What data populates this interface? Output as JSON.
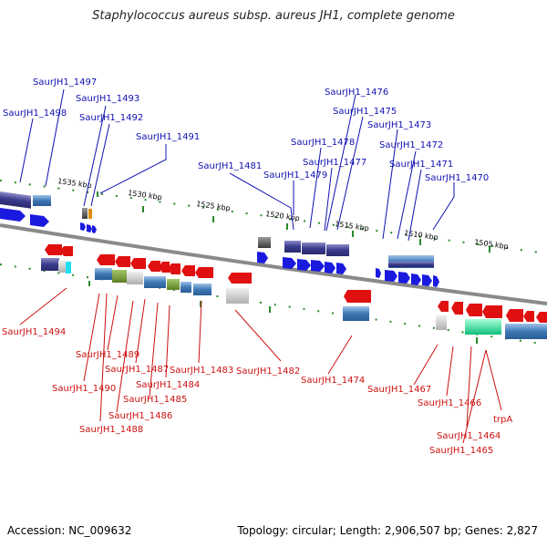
{
  "header": {
    "title": "Staphylococcus aureus subsp. aureus JH1, complete genome"
  },
  "footer": {
    "accession": "Accession: NC_009632",
    "summary": "Topology: circular; Length: 2,906,507 bp; Genes: 2,827"
  },
  "colors": {
    "top_label": "#1010b0",
    "bottom_label": "#cc1010",
    "forward_gene": "#1a1adf",
    "reverse_gene": "#e01010",
    "backbone": "#808080",
    "tick": "#2a8a2a"
  },
  "scale": {
    "ticks": [
      "1535 kbp",
      "1530 kbp",
      "1525 kbp",
      "1520 kbp",
      "1515 kbp",
      "1510 kbp",
      "1505 kbp"
    ]
  },
  "labels": {
    "top": [
      "SaurJH1_1497",
      "SaurJH1_1498",
      "SaurJH1_1493",
      "SaurJH1_1492",
      "SaurJH1_1491",
      "SaurJH1_1481",
      "SaurJH1_1476",
      "SaurJH1_1475",
      "SaurJH1_1478",
      "SaurJH1_1473",
      "SaurJH1_1477",
      "SaurJH1_1472",
      "SaurJH1_1479",
      "SaurJH1_1471",
      "SaurJH1_1470"
    ],
    "bottom": [
      "SaurJH1_1494",
      "SaurJH1_1489",
      "SaurJH1_1487",
      "SaurJH1_1483",
      "SaurJH1_1482",
      "SaurJH1_1484",
      "SaurJH1_1490",
      "SaurJH1_1485",
      "SaurJH1_1486",
      "SaurJH1_1488",
      "SaurJH1_1474",
      "SaurJH1_1467",
      "SaurJH1_1466",
      "trpA",
      "SaurJH1_1464",
      "SaurJH1_1465"
    ]
  }
}
